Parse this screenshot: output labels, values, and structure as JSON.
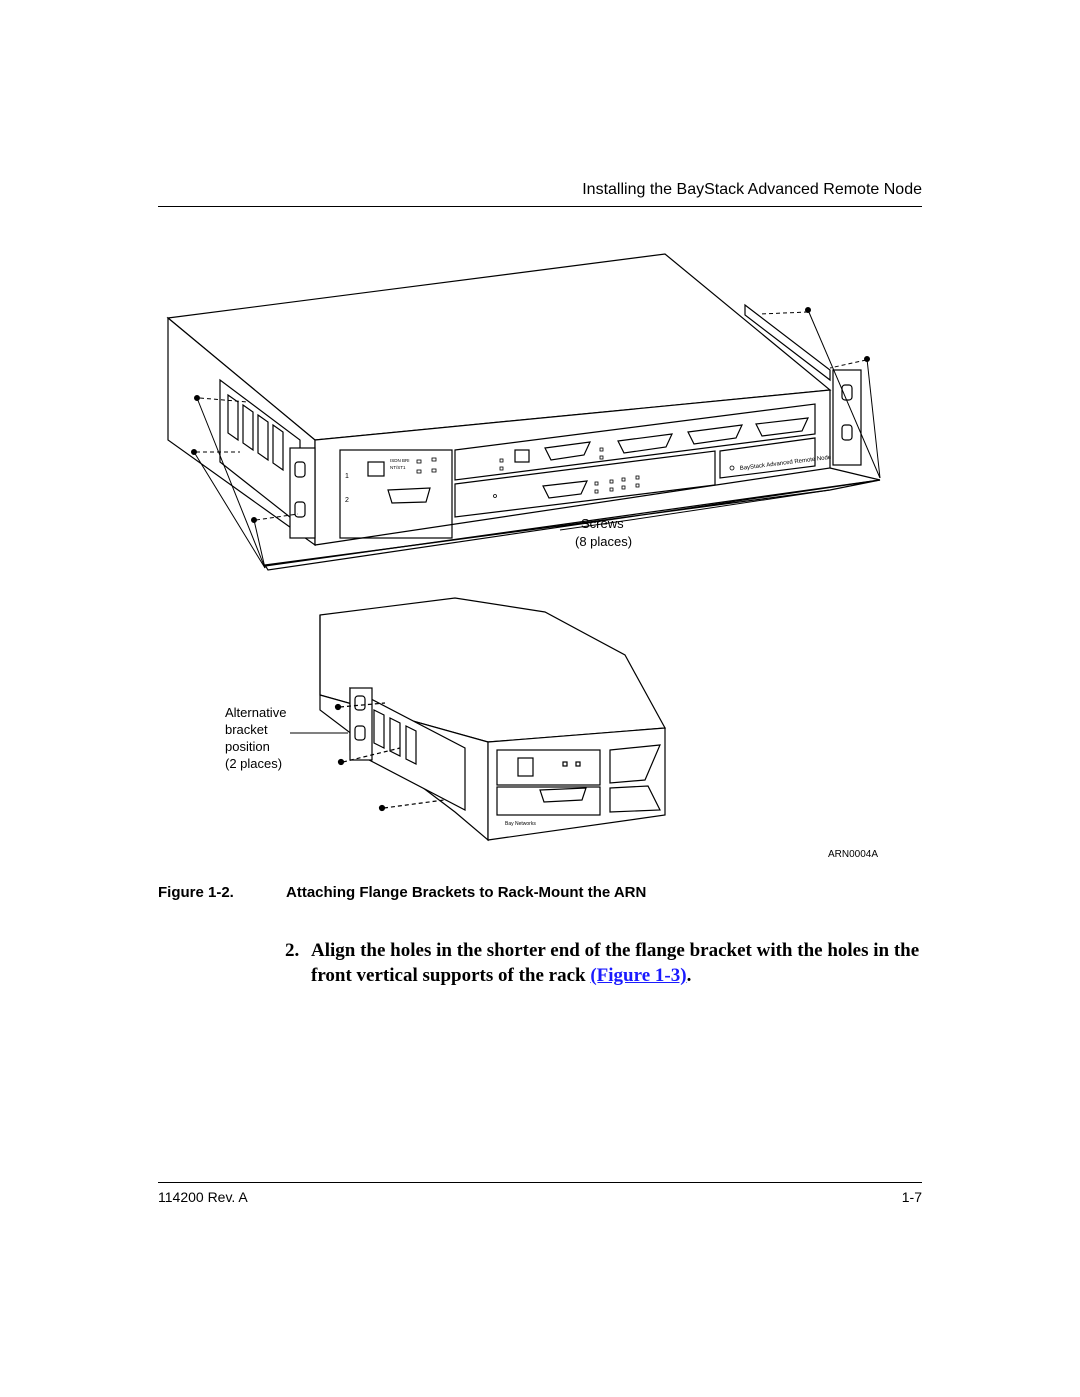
{
  "header": {
    "title": "Installing the BayStack Advanced Remote Node"
  },
  "figure": {
    "callout_screws_line1": "Screws",
    "callout_screws_line2": "(8 places)",
    "callout_alt_line1": "Alternative",
    "callout_alt_line2": "bracket",
    "callout_alt_line3": "position",
    "callout_alt_line4": "(2 places)",
    "panel_label_main": "BayStack  Advanced Remote Node",
    "panel_label_isdn": "ISDN BRI",
    "panel_label_isdn2": "NT/ST1",
    "slot_1": "1",
    "slot_2": "2",
    "brand": "Bay Networks",
    "figure_id": "ARN0004A"
  },
  "caption": {
    "number": "Figure 1-2.",
    "title": "Attaching Flange Brackets to Rack-Mount the ARN"
  },
  "step": {
    "number": "2.",
    "text": "Align the holes in the shorter end of the flange bracket with the holes in the front vertical supports of the rack ",
    "link": "(Figure 1-3)",
    "end": "."
  },
  "footer": {
    "left": "114200 Rev. A",
    "right": "1-7"
  }
}
